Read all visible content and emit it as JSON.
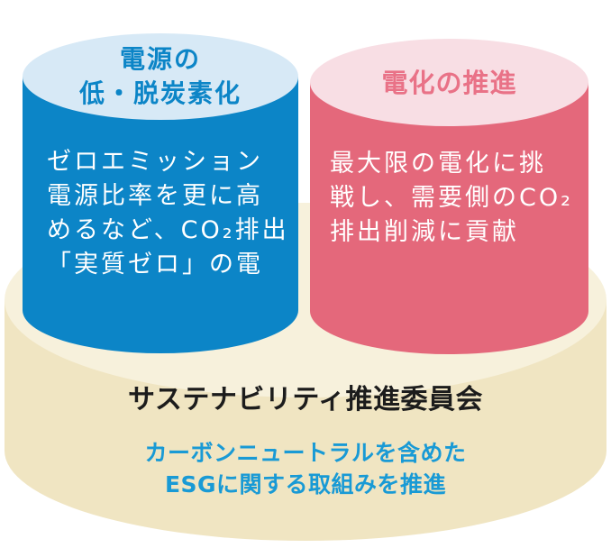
{
  "colors": {
    "left_cylinder_body": "#0c85c7",
    "left_cylinder_cap": "#d7e9f6",
    "left_title_text": "#0c85c7",
    "right_cylinder_body": "#e4687b",
    "right_cylinder_cap": "#f8dee4",
    "right_title_text": "#e97287",
    "platform_top": "#f7f1dc",
    "platform_front": "#f0e5c2",
    "committee_title_text": "#1c1c1c",
    "committee_subtitle_text": "#199ad5",
    "cylinder_body_text": "#ffffff"
  },
  "left_cylinder": {
    "title_line1": "電源の",
    "title_line2": "低・脱炭素化",
    "body_lines": [
      "ゼロエミッション",
      "電源比率を更に高",
      "めるなど、CO₂排出",
      "「実質ゼロ」の電"
    ]
  },
  "right_cylinder": {
    "title": "電化の推進",
    "body_lines": [
      "最大限の電化に挑",
      "戦し、需要側のCO₂",
      "排出削減に貢献"
    ]
  },
  "platform": {
    "title": "サステナビリティ推進委員会",
    "subtitle_line1": "カーボンニュートラルを含めた",
    "subtitle_line2": "ESGに関する取組みを推進"
  }
}
